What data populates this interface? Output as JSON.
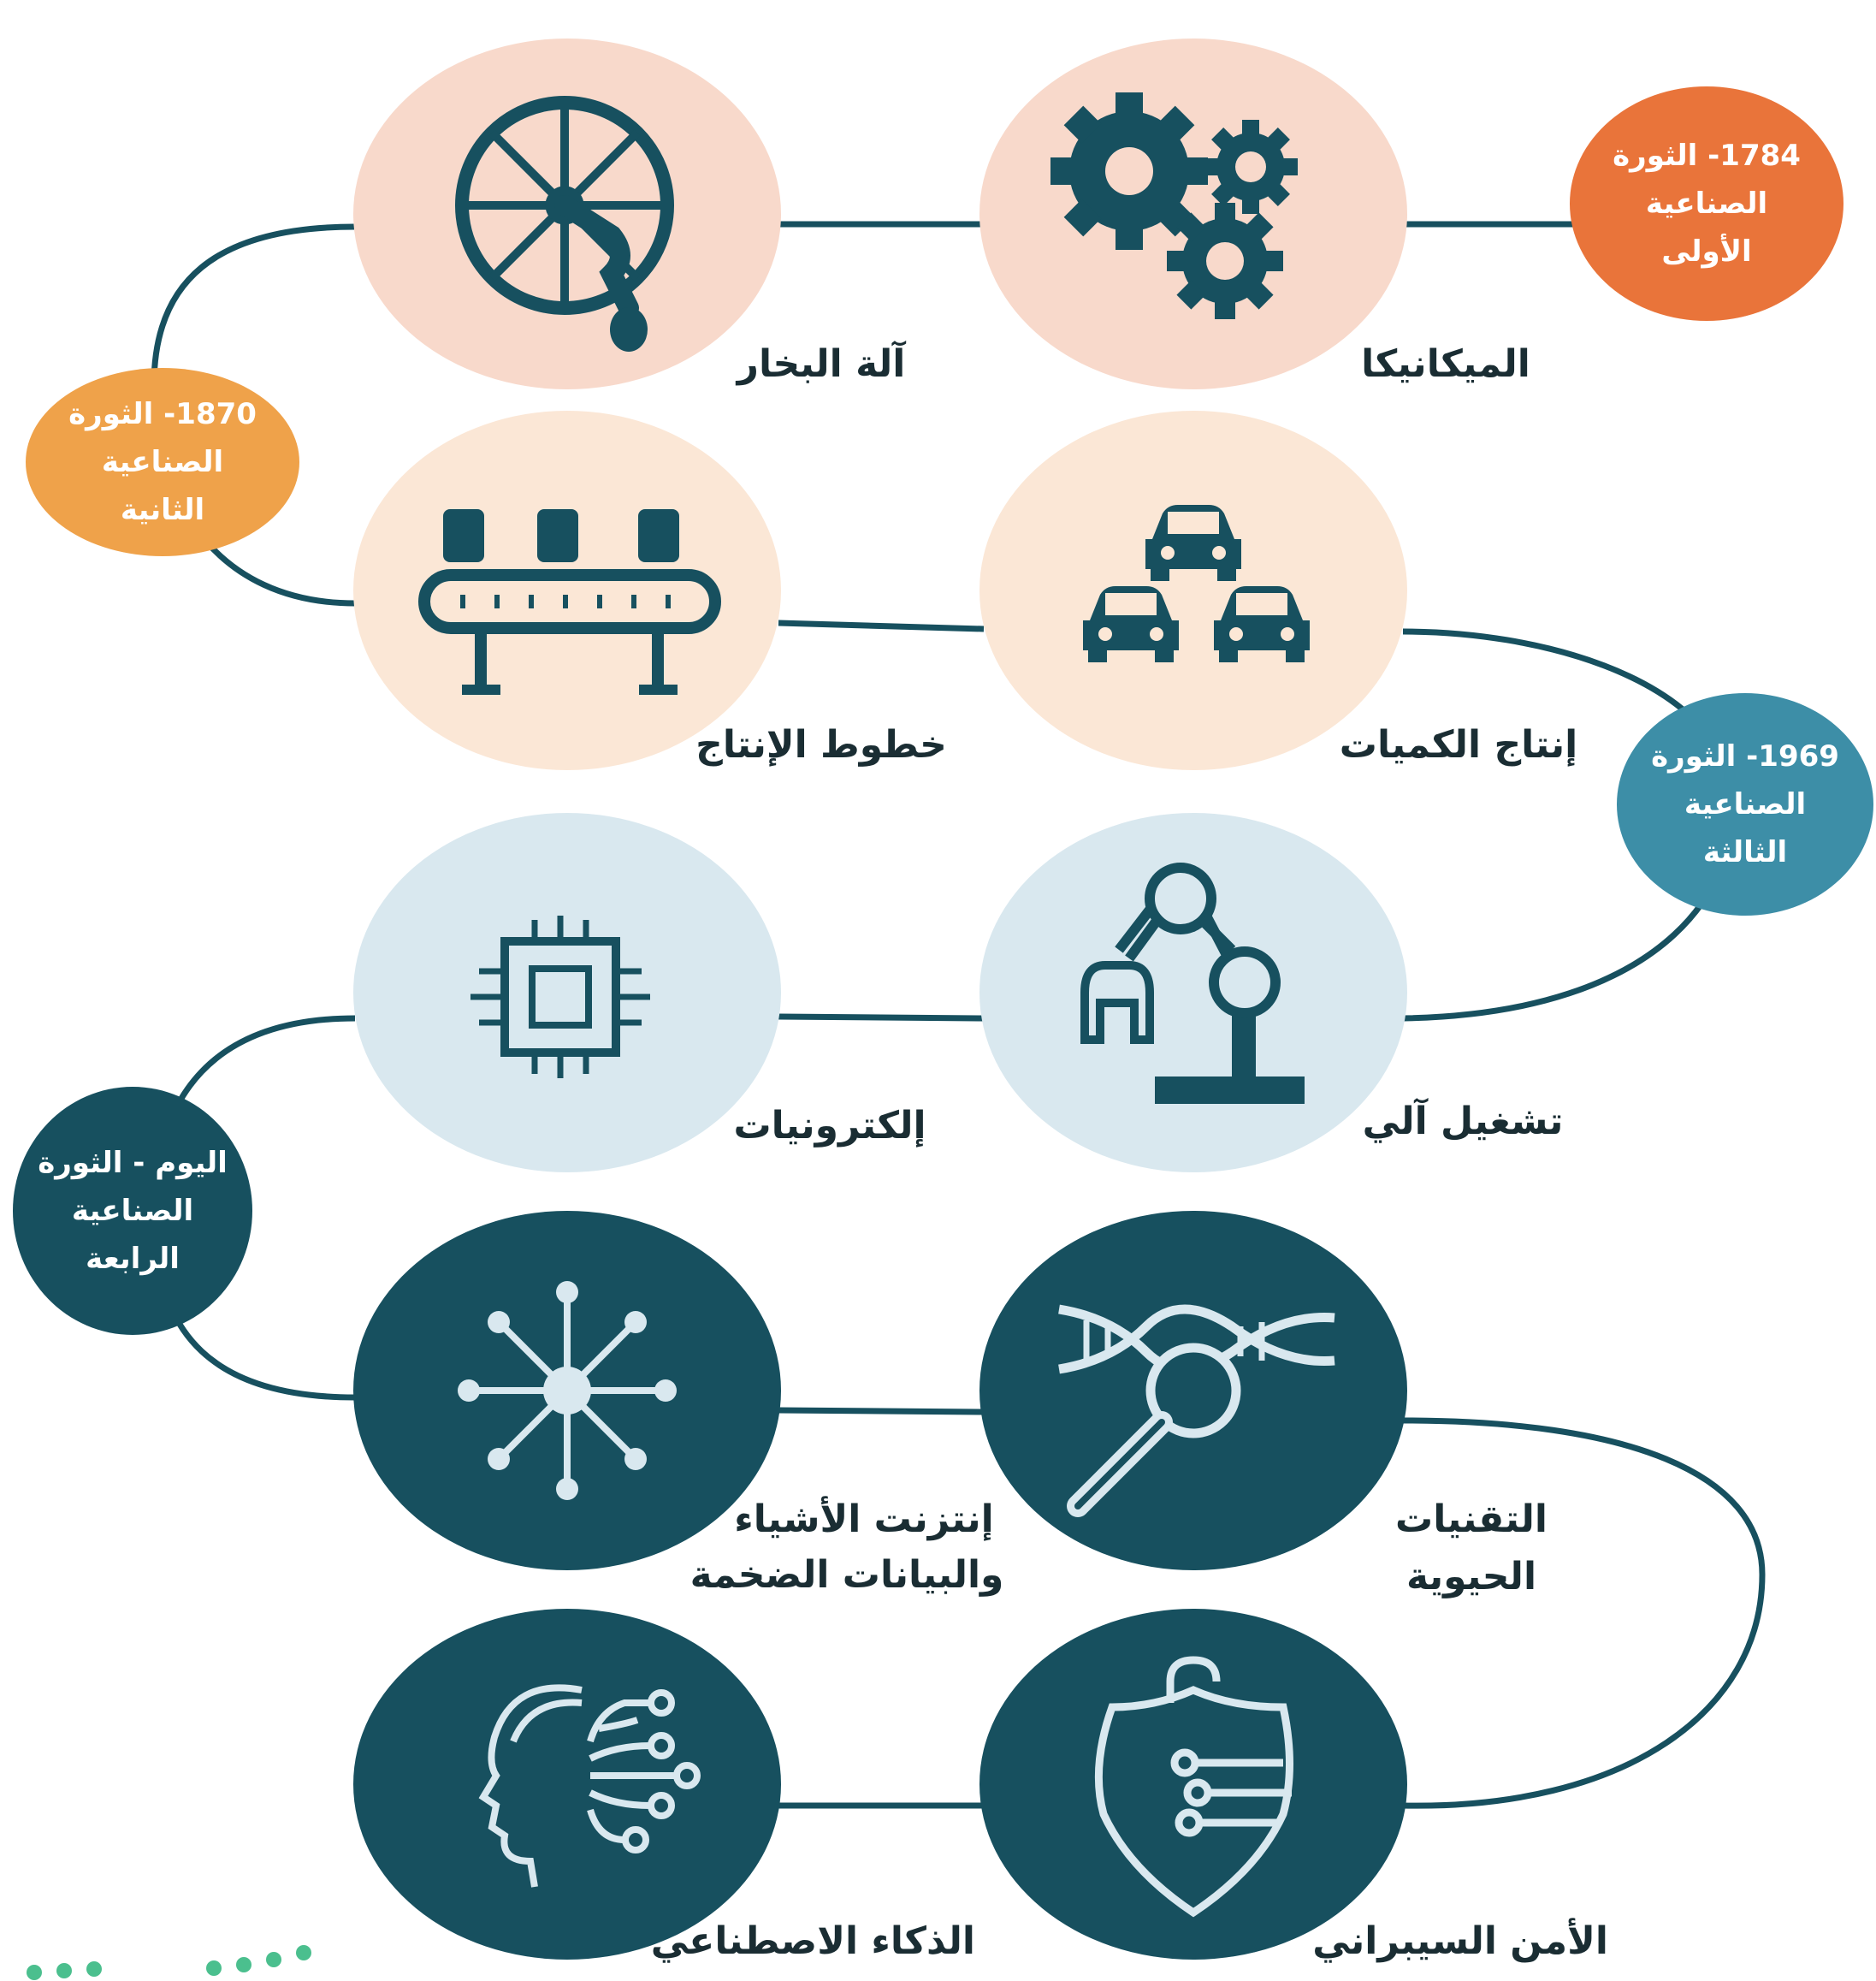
{
  "colors": {
    "teal_dark": "#17505f",
    "era1": "#e9743a",
    "era2": "#efa24a",
    "era3": "#3d8ea7",
    "era4": "#17505f",
    "circle_row1": "#f8d9cb",
    "circle_row2": "#fbe7d6",
    "circle_row3": "#d9e8ef",
    "circle_row45": "#17505f",
    "dots": "#4bbf8e"
  },
  "eras": [
    {
      "line1": "1784- الثورة",
      "line2": "الصناعية",
      "line3": "الأولى"
    },
    {
      "line1": "1870- الثورة",
      "line2": "الصناعية",
      "line3": "الثانية"
    },
    {
      "line1": "1969- الثورة",
      "line2": "الصناعية",
      "line3": "الثالثة"
    },
    {
      "line1": "اليوم - الثورة",
      "line2": "الصناعية",
      "line3": "الرابعة"
    }
  ],
  "stages": [
    {
      "label": "الميكانيكا",
      "icon": "gears-icon"
    },
    {
      "label": "آلة البخار",
      "icon": "steam-wheel-icon"
    },
    {
      "label": "إنتاج الكميات",
      "icon": "cars-icon"
    },
    {
      "label": "خطوط الإنتاج",
      "icon": "conveyor-icon"
    },
    {
      "label": "تشغيل آلي",
      "icon": "robot-arm-icon"
    },
    {
      "label": "إلكترونيات",
      "icon": "chip-icon"
    },
    {
      "label_line1": "التقنيات",
      "label_line2": "الحيوية",
      "icon": "dna-search-icon"
    },
    {
      "label_line1": "إنتزنت الأشياء",
      "label_line2": "والبيانات الضخمة",
      "icon": "network-icon"
    },
    {
      "label": "الأمن السيبراني",
      "icon": "shield-circuit-icon"
    },
    {
      "label": "الذكاء الاصطناعي",
      "icon": "ai-head-icon"
    }
  ]
}
